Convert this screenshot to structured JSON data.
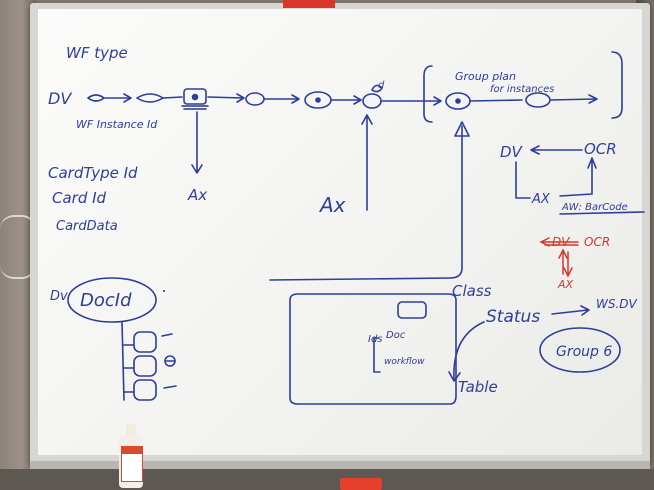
{
  "whiteboard": {
    "heading": "WF type",
    "top_row": {
      "left_label": "DV",
      "instance_label": "WF Instance Id",
      "marker_label": "d",
      "group_label_line1": "Group plan",
      "group_label_line2": "for instances"
    },
    "left_list": [
      "CardType Id",
      "Card Id",
      "CardData"
    ],
    "ax_labels": {
      "under_arrow": "Ax",
      "center": "Ax"
    },
    "ocr_blue": {
      "dv": "DV",
      "ocr": "OCR",
      "ax": "AX",
      "note": "AW: BarCode"
    },
    "ocr_red": {
      "dv": "DV",
      "ocr": "OCR",
      "ax": "AX"
    },
    "doc_group": {
      "dv": "Dv",
      "doc": "DocId",
      "dot": "."
    },
    "box_note": {
      "line1": "Ids",
      "line2": "Doc",
      "line3": "workflow"
    },
    "status_group": {
      "class": "Class",
      "status": "Status",
      "target": "WS.DV",
      "table": "Table",
      "oval": "Group 6"
    }
  },
  "colors": {
    "ink_blue": "#2f3d9b",
    "ink_red": "#d8372c",
    "board": "#f6f6f4"
  }
}
